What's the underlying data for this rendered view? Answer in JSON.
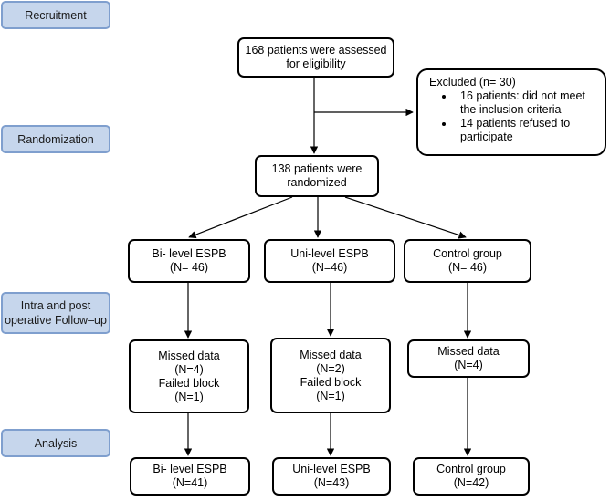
{
  "stages": {
    "recruitment": "Recruitment",
    "randomization": "Randomization",
    "followup_line1": "Intra and post",
    "followup_line2": "operative Follow–up",
    "analysis": "Analysis"
  },
  "assessed": {
    "line1": "168 patients were assessed",
    "line2": "for eligibility"
  },
  "excluded": {
    "title": "Excluded (n= 30)",
    "items": [
      {
        "line1": "16 patients: did not meet",
        "line2": "the inclusion criteria"
      },
      {
        "line1": "14 patients refused to",
        "line2": "participate"
      }
    ]
  },
  "randomized": {
    "line1": "138 patients were",
    "line2": "randomized"
  },
  "groups": [
    {
      "name": "Bi- level ESPB",
      "n": "(N= 46)",
      "followup": [
        "Missed data",
        "(N=4)",
        "Failed block",
        "(N=1)"
      ],
      "analysis_name": "Bi- level ESPB",
      "analysis_n": "(N=41)"
    },
    {
      "name": "Uni-level ESPB",
      "n": "(N=46)",
      "followup": [
        "Missed data",
        "(N=2)",
        "Failed block",
        "(N=1)"
      ],
      "analysis_name": "Uni-level ESPB",
      "analysis_n": "(N=43)"
    },
    {
      "name": "Control group",
      "n": "(N= 46)",
      "followup": [
        "Missed data",
        "(N=4)"
      ],
      "analysis_name": "Control group",
      "analysis_n": "(N=42)"
    }
  ]
}
